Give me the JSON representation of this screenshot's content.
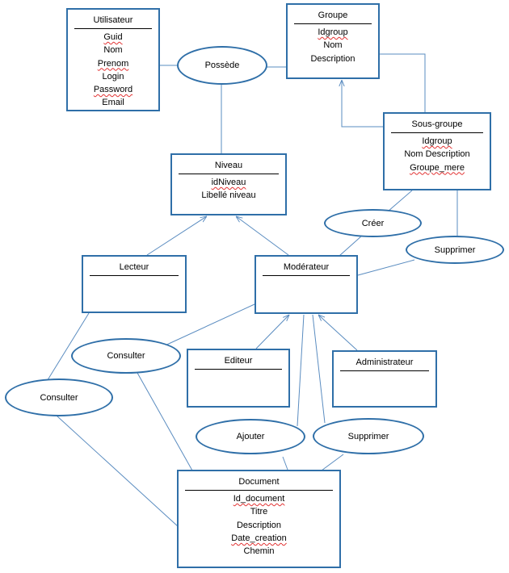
{
  "entities": {
    "utilisateur": {
      "title": "Utilisateur",
      "attrs": [
        "Guid",
        "Nom",
        "Prenom",
        "Login",
        "Password",
        "Email"
      ]
    },
    "groupe": {
      "title": "Groupe",
      "attrs": [
        "Idgroup",
        "Nom",
        "Description"
      ]
    },
    "sous_groupe": {
      "title": "Sous-groupe",
      "attrs": [
        "Idgroup",
        "Nom Description",
        "Groupe_mere"
      ]
    },
    "niveau": {
      "title": "Niveau",
      "attrs": [
        "idNiveau",
        "Libellé niveau"
      ]
    },
    "lecteur": {
      "title": "Lecteur",
      "attrs": []
    },
    "moderateur": {
      "title": "Modérateur",
      "attrs": []
    },
    "editeur": {
      "title": "Editeur",
      "attrs": []
    },
    "administrateur": {
      "title": "Administrateur",
      "attrs": []
    },
    "document": {
      "title": "Document",
      "attrs": [
        "Id_document",
        "Titre",
        "Description",
        "Date_creation",
        "Chemin"
      ]
    }
  },
  "relations": {
    "possede": "Possède",
    "creer": "Créer",
    "supprimer_groupe": "Supprimer",
    "consulter_moderateur": "Consulter",
    "consulter_lecteur": "Consulter",
    "ajouter": "Ajouter",
    "supprimer_document": "Supprimer"
  }
}
